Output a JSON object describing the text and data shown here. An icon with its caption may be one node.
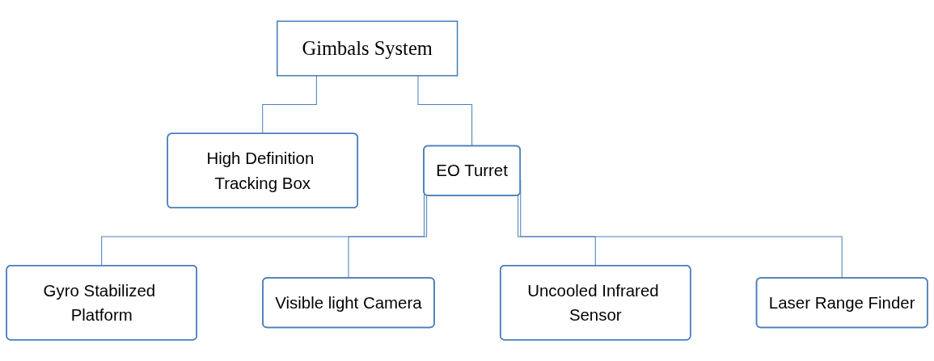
{
  "diagram": {
    "nodes": [
      {
        "text": [
          "Gimbals System"
        ]
      },
      {
        "text": [
          "High Definition Tracking Box"
        ]
      },
      {
        "text": [
          "EO Turret"
        ]
      },
      {
        "text": [
          "Gyro Stabilized Platform"
        ]
      },
      {
        "text": [
          "Visible light Camera"
        ]
      },
      {
        "text": [
          "Uncooled Infrared Sensor"
        ]
      },
      {
        "text": [
          "Laser Range Finder"
        ]
      }
    ],
    "edges": [
      {
        "from": 0,
        "to": 1,
        "arrow": "none"
      },
      {
        "from": 0,
        "to": 2,
        "arrow": "none"
      },
      {
        "from": 2,
        "to": 3,
        "arrow": "none"
      },
      {
        "from": 2,
        "to": 4,
        "arrow": "none"
      },
      {
        "from": 2,
        "to": 5,
        "arrow": "none"
      },
      {
        "from": 2,
        "to": 6,
        "arrow": "none"
      }
    ]
  }
}
